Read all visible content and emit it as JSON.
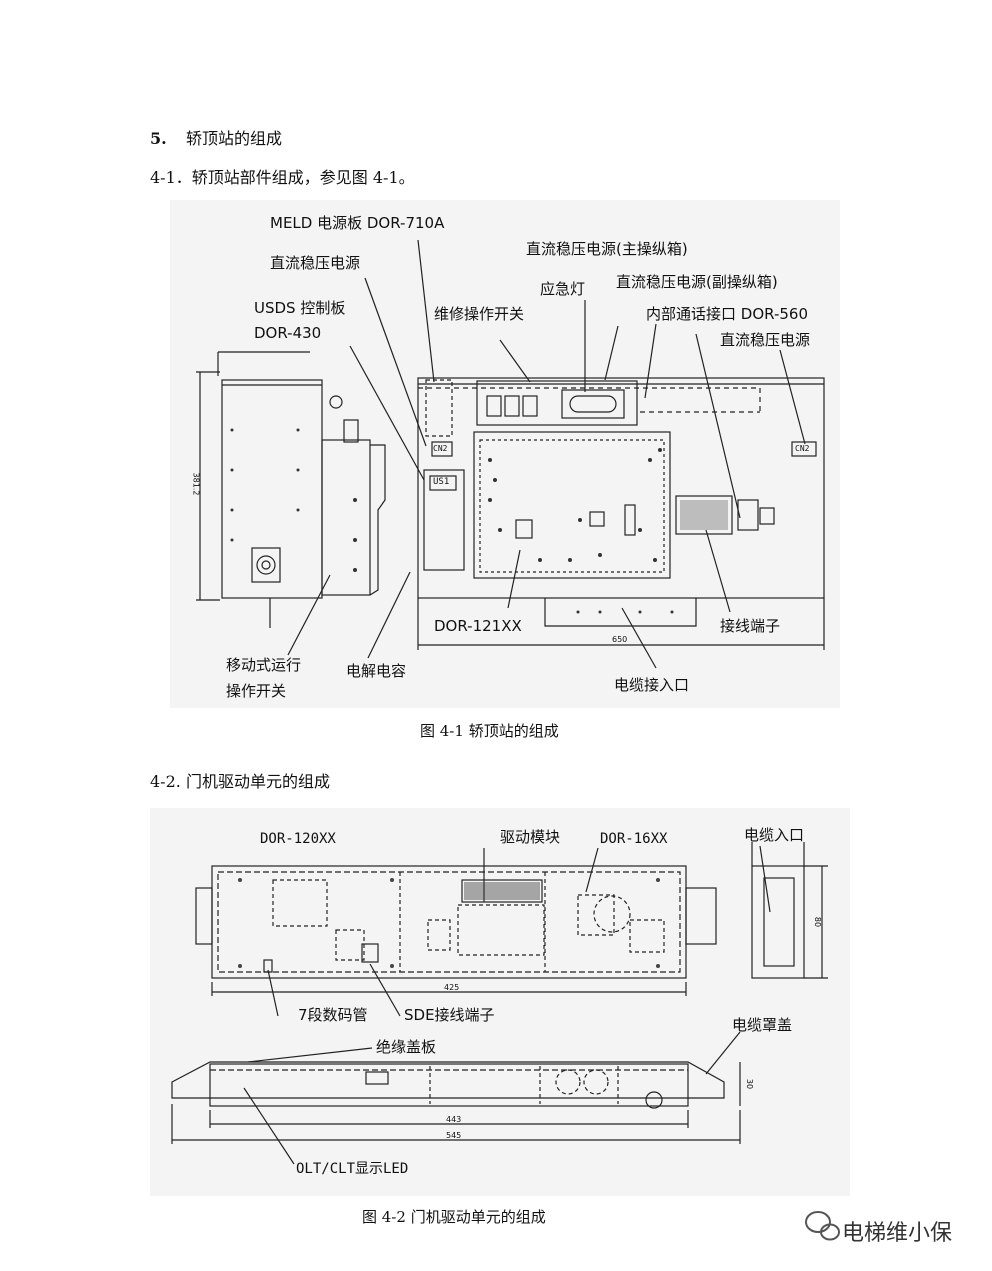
{
  "section": {
    "number": "5.",
    "title": "轿顶站的组成"
  },
  "sub41": {
    "text": "4-1．轿顶站部件组成，参见图 4-1。"
  },
  "fig1": {
    "labels": {
      "meld": "MELD 电源板 DOR-710A",
      "dc_power": "直流稳压电源",
      "usds1": "USDS 控制板",
      "usds2": "DOR-430",
      "maint": "维修操作开关",
      "dc_main": "直流稳压电源(主操纵箱)",
      "emerg": "应急灯",
      "dc_sub": "直流稳压电源(副操纵箱)",
      "intercom": "内部通话接口 DOR-560",
      "dc_right": "直流稳压电源",
      "dor121": "DOR-121XX",
      "terminal": "接线端子",
      "mobile1": "移动式运行",
      "mobile2": "操作开关",
      "capacitor": "电解电容",
      "cable_in": "电缆接入口",
      "us1": "US1",
      "cn2a": "CN2",
      "cn2b": "CN2",
      "dim_h": "381.2",
      "dim_w": "650"
    },
    "caption": "图 4-1  轿顶站的组成"
  },
  "sub42": {
    "text": "4-2.   门机驱动单元的组成"
  },
  "fig2": {
    "labels": {
      "dor120": "DOR-120XX",
      "drive": "驱动模块",
      "dor16": "DOR-16XX",
      "cable_entry": "电缆入口",
      "seg7": "7段数码管",
      "sde": "SDE接线端子",
      "cover_cable": "电缆罩盖",
      "insul": "绝缘盖板",
      "led": "OLT/CLT显示LED",
      "dim_425": "425",
      "dim_443": "443",
      "dim_545": "545",
      "dim_80": "80",
      "dim_30": "30"
    },
    "caption": "图 4-2  门机驱动单元的组成"
  },
  "watermark": {
    "text": "电梯维小保"
  }
}
